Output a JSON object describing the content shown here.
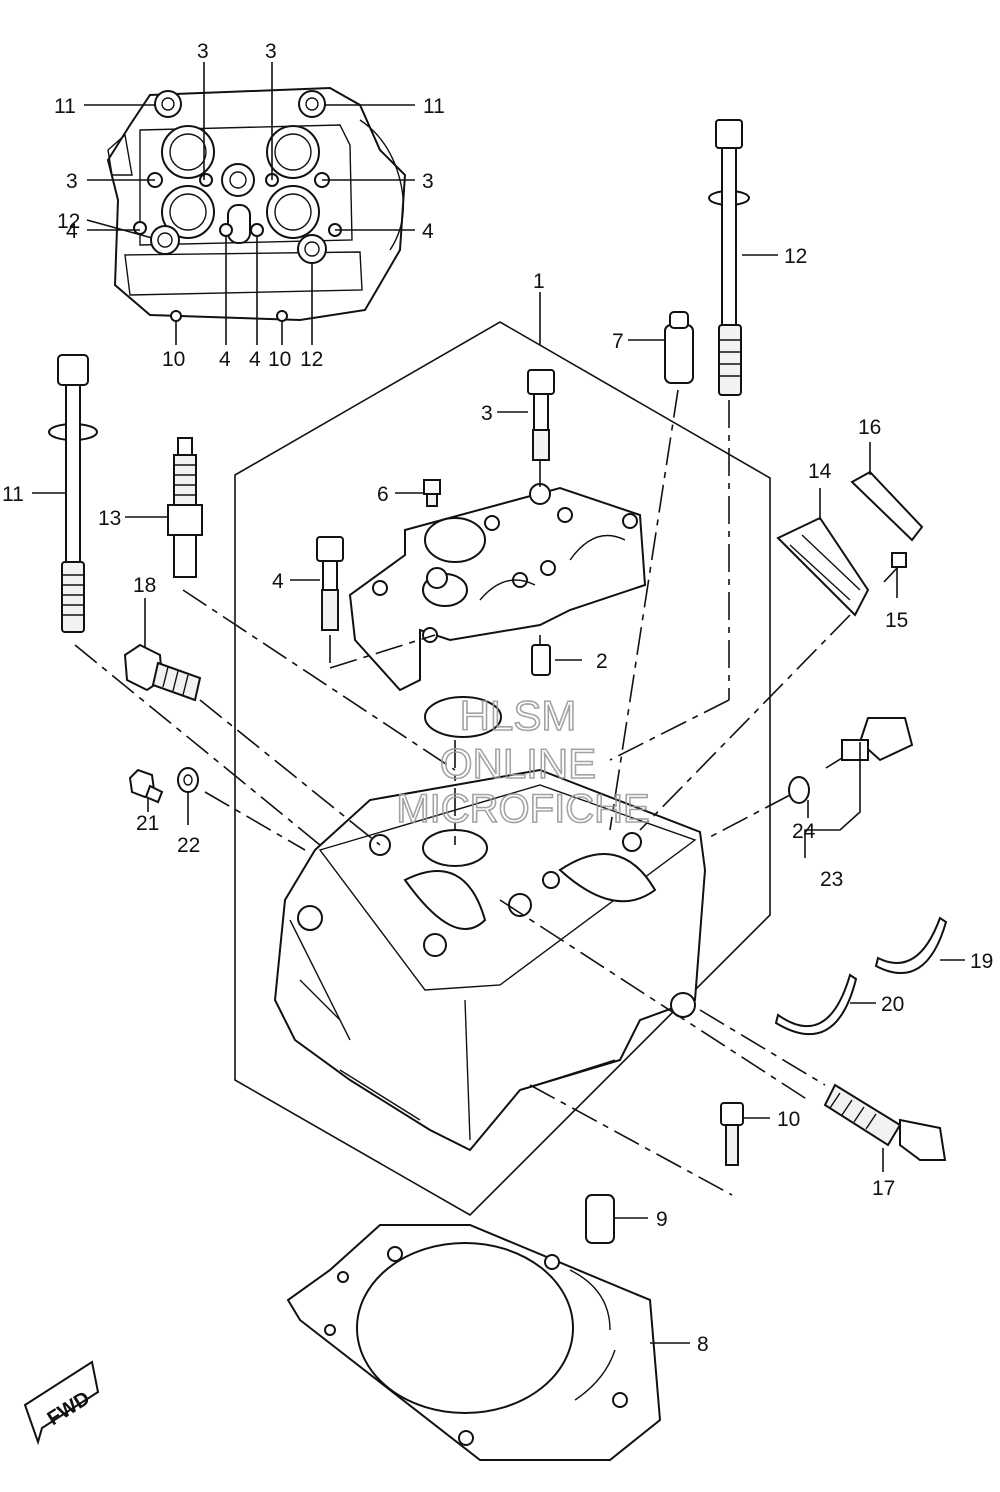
{
  "callouts": {
    "c1": "1",
    "c2": "2",
    "c3a": "3",
    "c3b": "3",
    "c3c": "3",
    "c3d": "3",
    "c3e": "3",
    "c4a": "4",
    "c4b": "4",
    "c4c": "4",
    "c4d": "4",
    "c4e": "4",
    "c6": "6",
    "c7": "7",
    "c8": "8",
    "c9": "9",
    "c10a": "10",
    "c10b": "10",
    "c10c": "10",
    "c11a": "11",
    "c11b": "11",
    "c11c": "11",
    "c12a": "12",
    "c12b": "12",
    "c12c": "12",
    "c13": "13",
    "c14": "14",
    "c15": "15",
    "c16": "16",
    "c17": "17",
    "c18": "18",
    "c19": "19",
    "c20": "20",
    "c21": "21",
    "c22": "22",
    "c23": "23",
    "c24": "24"
  },
  "watermark": {
    "line1": "HLSM",
    "line2": "ONLINE",
    "line3": "MICROFICHE"
  },
  "fwd_arrow": {
    "label": "FWD"
  }
}
